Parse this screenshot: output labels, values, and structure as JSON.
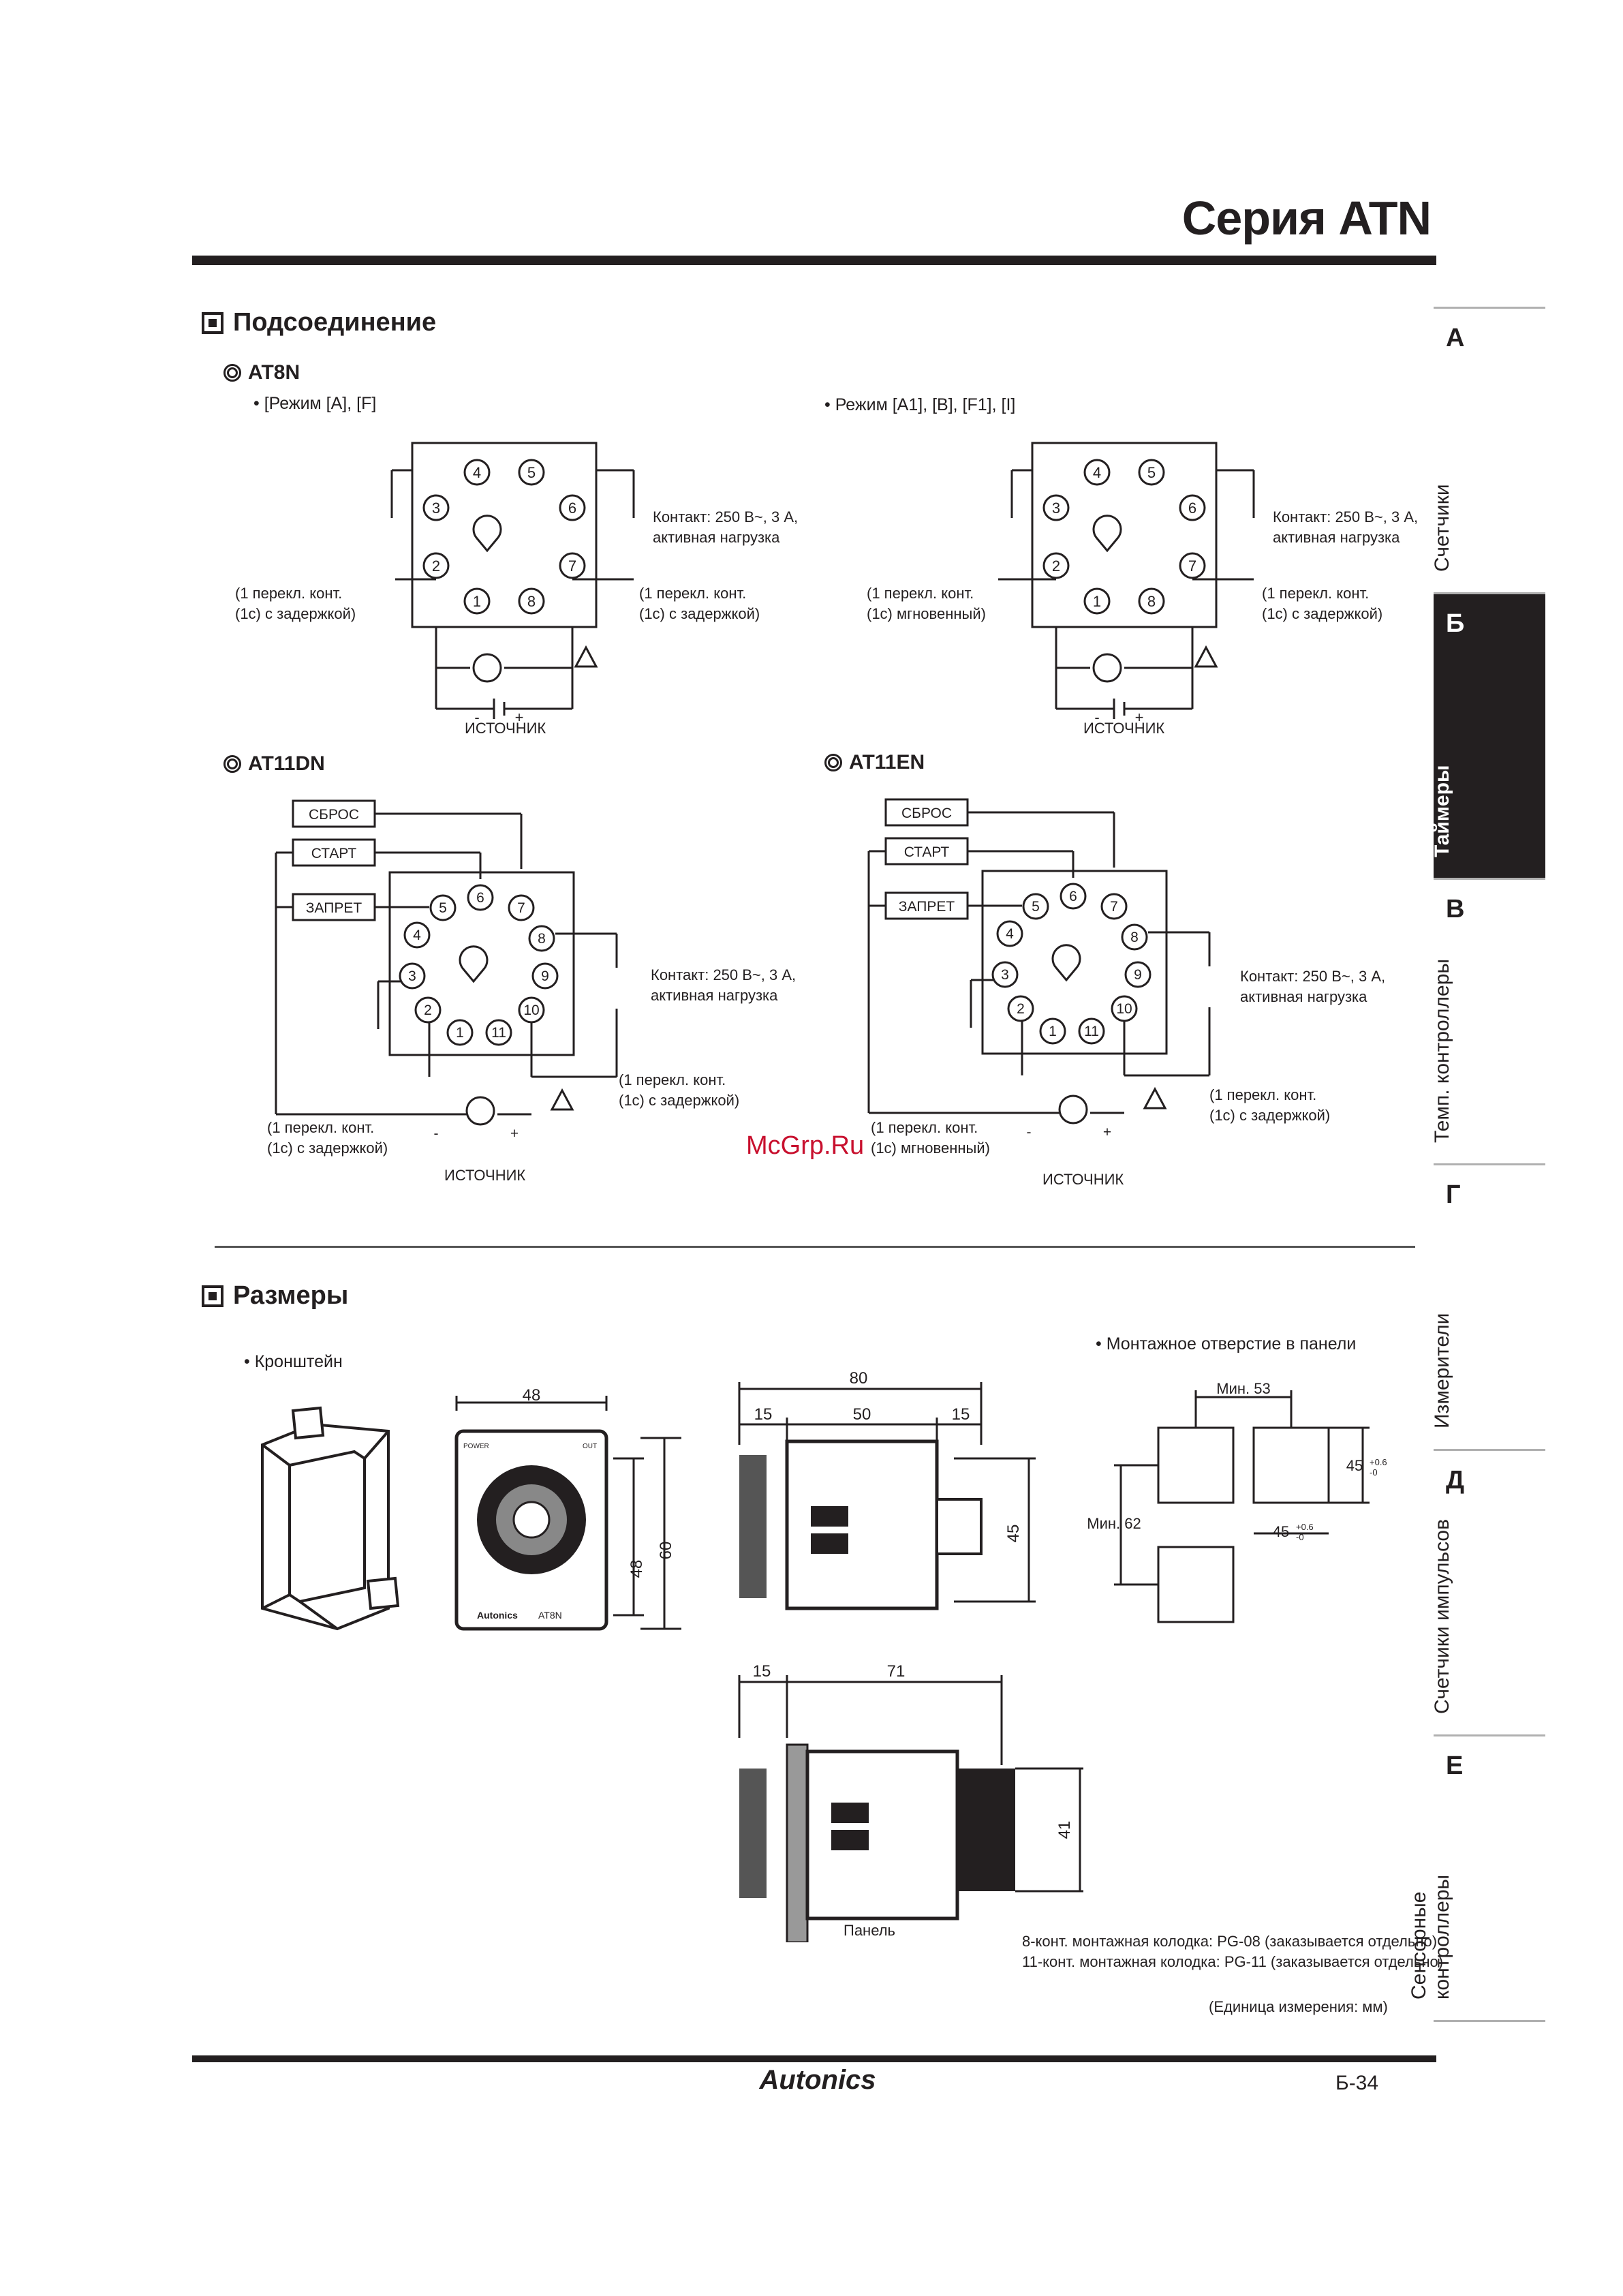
{
  "header": {
    "series_title": "Серия ATN"
  },
  "connection": {
    "title": "Подсоединение",
    "at8n": {
      "title": "AT8N",
      "mode_a": "• [Режим [A], [F]",
      "mode_b": "• Режим [A1], [B], [F1], [I]",
      "contact_line1": "Контакт: 250 В~, 3 А,",
      "contact_line2": "активная нагрузка",
      "relay_line1": "(1 перекл. конт.",
      "relay_delay": "(1с) с задержкой)",
      "relay_instant": "(1с) мгновенный)",
      "source": "ИСТОЧНИК",
      "minus": "-",
      "plus": "+",
      "pins": [
        "4",
        "5",
        "3",
        "6",
        "2",
        "7",
        "1",
        "8"
      ]
    },
    "at11dn": {
      "title": "AT11DN",
      "reset": "СБРОС",
      "start": "СТАРТ",
      "inhibit": "ЗАПРЕТ",
      "pins": [
        "6",
        "7",
        "5",
        "4",
        "8",
        "3",
        "9",
        "2",
        "10",
        "1",
        "11"
      ]
    },
    "at11en": {
      "title": "AT11EN"
    }
  },
  "dimensions": {
    "title": "Размеры",
    "bracket": "• Кронштейн",
    "panel_cutout": "• Монтажное отверстие в панели",
    "min53": "Мин. 53",
    "min62": "Мин. 62",
    "d45": "45",
    "tol_plus": "+0.6",
    "tol_minus": "-0",
    "d48": "48",
    "d60": "60",
    "d80": "80",
    "d15": "15",
    "d50": "50",
    "d71": "71",
    "d41": "41",
    "panel": "Панель",
    "socket8": "8-конт. монтажная колодка: PG-08 (заказывается отдельно)",
    "socket11": "11-конт. монтажная колодка: PG-11 (заказывается отдельно)",
    "unit": "(Единица измерения: мм)",
    "device_brand": "Autonics",
    "device_model": "AT8N",
    "device_power": "POWER",
    "device_out": "OUT"
  },
  "side_nav": [
    {
      "letter": "А",
      "label": "Счетчики"
    },
    {
      "letter": "Б",
      "label": "Таймеры",
      "active": true
    },
    {
      "letter": "В",
      "label": "Темп. контроллеры"
    },
    {
      "letter": "Г",
      "label": "Измерители"
    },
    {
      "letter": "Д",
      "label": "Счетчики импульсов"
    },
    {
      "letter": "Е",
      "label": "Сенсорные контроллеры"
    }
  ],
  "footer": {
    "brand": "Autonics",
    "page": "Б-34"
  },
  "watermark": "McGrp.Ru"
}
